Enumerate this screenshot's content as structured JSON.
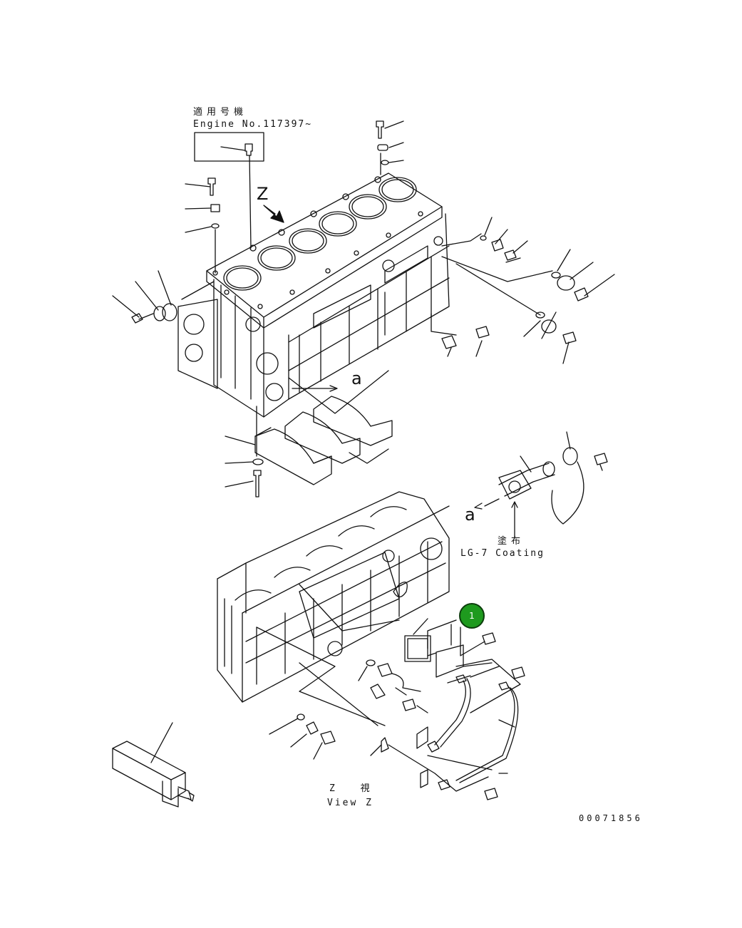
{
  "labels": {
    "applicable_jp": "適用号機",
    "engine_no": "Engine No.117397~",
    "z_arrow": "Z",
    "ref_a_upper": "a",
    "ref_a_lower": "a",
    "coating_jp": "塗布",
    "coating_en": "LG-7 Coating",
    "view_z_jp": "Z 視",
    "view_z_en": "View Z",
    "drawing_number": "00071856"
  },
  "callouts": [
    {
      "number": "1",
      "color": "#1e9a1e"
    }
  ],
  "icons": [
    "engine-block-icon",
    "main-bearing-cap-icon",
    "bolt-icon",
    "washer-icon",
    "plug-icon",
    "sensor-icon",
    "tool-icon"
  ]
}
